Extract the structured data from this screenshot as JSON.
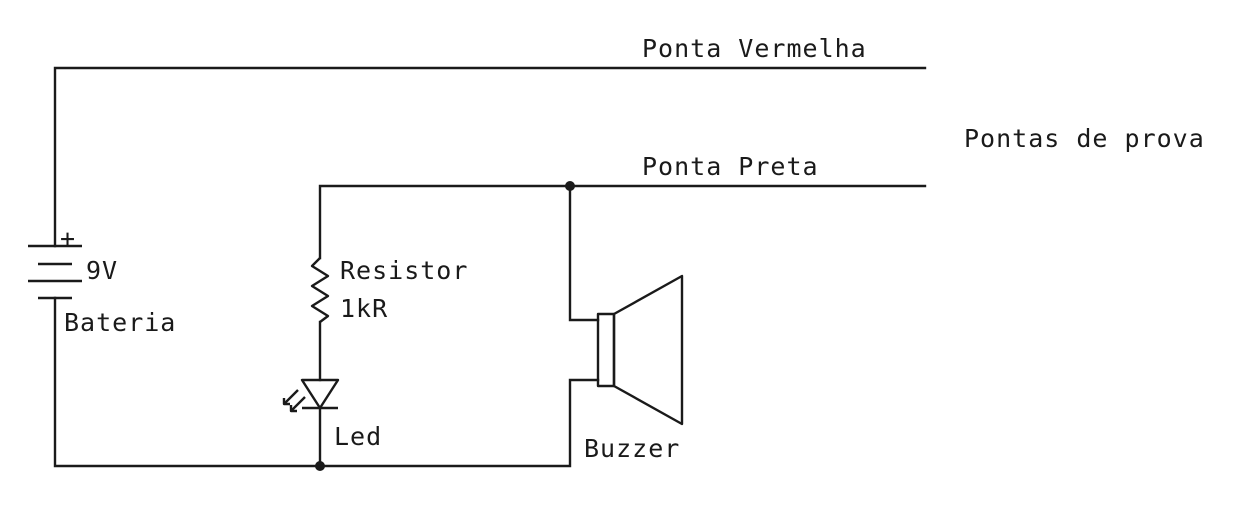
{
  "diagram": {
    "probes_title": "Pontas de prova",
    "red_probe": "Ponta Vermelha",
    "black_probe": "Ponta Preta",
    "battery": {
      "plus": "+",
      "voltage": "9V",
      "label": "Bateria"
    },
    "resistor": {
      "label": "Resistor",
      "value": "1kR"
    },
    "led": {
      "label": "Led"
    },
    "buzzer": {
      "label": "Buzzer"
    },
    "colors": {
      "ink": "#1a1a1a",
      "background": "#ffffff"
    }
  }
}
